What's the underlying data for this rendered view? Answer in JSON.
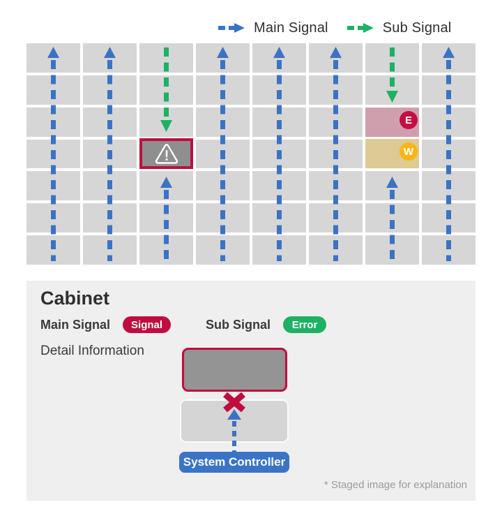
{
  "legend": {
    "main_label": "Main Signal",
    "sub_label": "Sub Signal"
  },
  "grid": {
    "columns": 8,
    "rows": 7,
    "error_badge": "E",
    "warning_badge": "W"
  },
  "panel": {
    "title": "Cabinet",
    "main_signal_label": "Main Signal",
    "main_signal_status": "Signal",
    "sub_signal_label": "Sub Signal",
    "sub_signal_status": "Error",
    "detail_label": "Detail Information",
    "controller_label": "System Controller",
    "footnote": "* Staged image for explanation"
  },
  "colors": {
    "main_signal_blue": "#3b73c4",
    "sub_signal_green": "#1db164",
    "error_crimson": "#bf0d3f",
    "warning_amber": "#fbb515",
    "cell_gray": "#d6d6d6",
    "error_cell_fill": "#8f8f8f",
    "error_tint_cell": "#cf9fad",
    "warning_tint_cell": "#ddca94",
    "panel_background": "#efefef"
  }
}
